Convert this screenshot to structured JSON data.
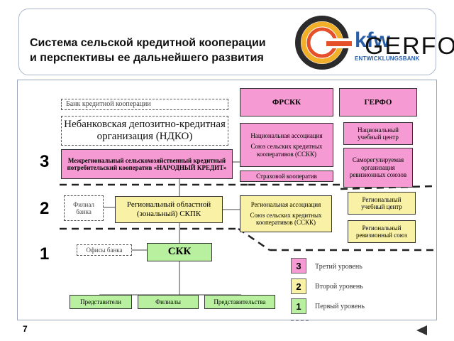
{
  "header": {
    "title_line1": "Система сельской кредитной кооперации",
    "title_line2": "и перспективы ее дальнейшего развития",
    "logo_main": "kfw",
    "logo_sub": "ENTWICKLUNGSBANK",
    "logo_gerfo": "GERFO"
  },
  "diagram": {
    "bank_coop": "Банк кредитной кооперации",
    "ndko": "Небанковская депозитно-кредитная организация (НДКО)",
    "interregional": "Межрегиональный сельскохозяйственный кредитный потребительский кооператив «НАРОДНЫЙ КРЕДИТ»",
    "frskk": "ФРСКК",
    "gerfo": "ГЕРФО",
    "national_assoc_title": "Национальная ассоциация",
    "national_assoc_body": "Союз сельских кредитных кооперативов (ССКК)",
    "insurance_coop": "Страховой кооператив",
    "national_training": "Национальный учебный центр",
    "srо": "Саморегулируемая организация ревизионных союзов",
    "bank_branch": "Филиал банка",
    "regional_skpk": "Региональный областной (зональный) СКПК",
    "regional_assoc_title": "Региональная ассоциация",
    "regional_assoc_body": "Союз сельских кредитных кооперативов (ССКК)",
    "regional_training": "Региональный учебный центр",
    "regional_audit": "Региональный ревизионный союз",
    "bank_offices": "Офисы банка",
    "skk": "СКК",
    "representatives": "Представители",
    "branches": "Филиалы",
    "representations": "Представительства"
  },
  "levels": {
    "n3": "3",
    "n2": "2",
    "n1": "1"
  },
  "legend": [
    {
      "num": "3",
      "label": "Третий уровень",
      "color": "#f59ad2"
    },
    {
      "num": "2",
      "label": "Второй уровень",
      "color": "#f9f2a6"
    },
    {
      "num": "1",
      "label": "Первый уровень",
      "color": "#b8f0a0"
    }
  ],
  "footer": {
    "page_number": "7"
  }
}
